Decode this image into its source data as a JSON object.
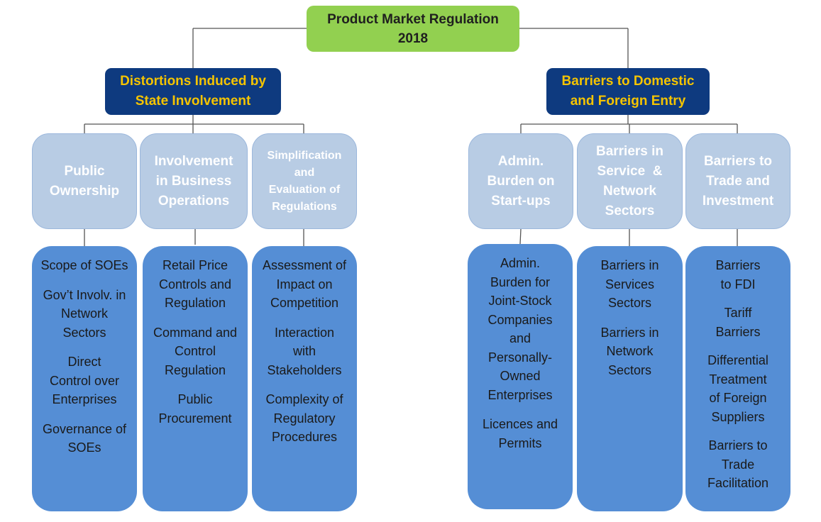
{
  "diagram": {
    "root": {
      "line1": "Product Market Regulation",
      "line2": "2018",
      "color": "#92d050"
    },
    "pillars": [
      {
        "line1": "Distortions Induced by",
        "line2": "State Involvement",
        "color": "#0e3a7f",
        "text_color": "#f5c400",
        "subcategories": [
          {
            "lines": [
              "Public",
              "Ownership"
            ],
            "items": [
              [
                "Scope of SOEs"
              ],
              [
                "Gov’t Involv. in",
                "Network",
                "Sectors"
              ],
              [
                "Direct",
                "Control over",
                "Enterprises"
              ],
              [
                "Governance of",
                "SOEs"
              ]
            ]
          },
          {
            "lines": [
              "Involvement",
              "in Business",
              "Operations"
            ],
            "items": [
              [
                "Retail Price",
                "Controls and",
                "Regulation"
              ],
              [
                "Command and",
                "Control",
                "Regulation"
              ],
              [
                "Public",
                "Procurement"
              ]
            ]
          },
          {
            "lines": [
              "Simplification",
              "and",
              "Evaluation of",
              "Regulations"
            ],
            "items": [
              [
                "Assessment of",
                "Impact on",
                "Competition"
              ],
              [
                "Interaction",
                "with",
                "Stakeholders"
              ],
              [
                "Complexity of",
                "Regulatory",
                "Procedures"
              ]
            ]
          }
        ]
      },
      {
        "line1": "Barriers to Domestic",
        "line2": "and Foreign Entry",
        "color": "#0e3a7f",
        "text_color": "#f5c400",
        "subcategories": [
          {
            "lines": [
              "Admin.",
              "Burden on",
              "Start-ups"
            ],
            "items": [
              [
                "Admin.",
                "Burden for",
                "Joint-Stock",
                "Companies",
                "and",
                "Personally-",
                "Owned",
                "Enterprises"
              ],
              [
                "Licences and",
                "Permits"
              ]
            ]
          },
          {
            "lines": [
              "Barriers in",
              "Service  &",
              "Network",
              "Sectors"
            ],
            "items": [
              [
                "Barriers in",
                "Services",
                "Sectors"
              ],
              [
                "Barriers in",
                "Network",
                "Sectors"
              ]
            ]
          },
          {
            "lines": [
              "Barriers to",
              "Trade and",
              "Investment"
            ],
            "items": [
              [
                "Barriers",
                "to FDI"
              ],
              [
                "Tariff",
                "Barriers"
              ],
              [
                "Differential",
                "Treatment",
                "of Foreign",
                "Suppliers"
              ],
              [
                "Barriers to",
                "Trade",
                "Facilitation"
              ]
            ]
          }
        ]
      }
    ],
    "colors": {
      "subcategory_fill": "#b8cce4",
      "leaf_fill": "#558ed5",
      "connector": "#555555"
    }
  }
}
